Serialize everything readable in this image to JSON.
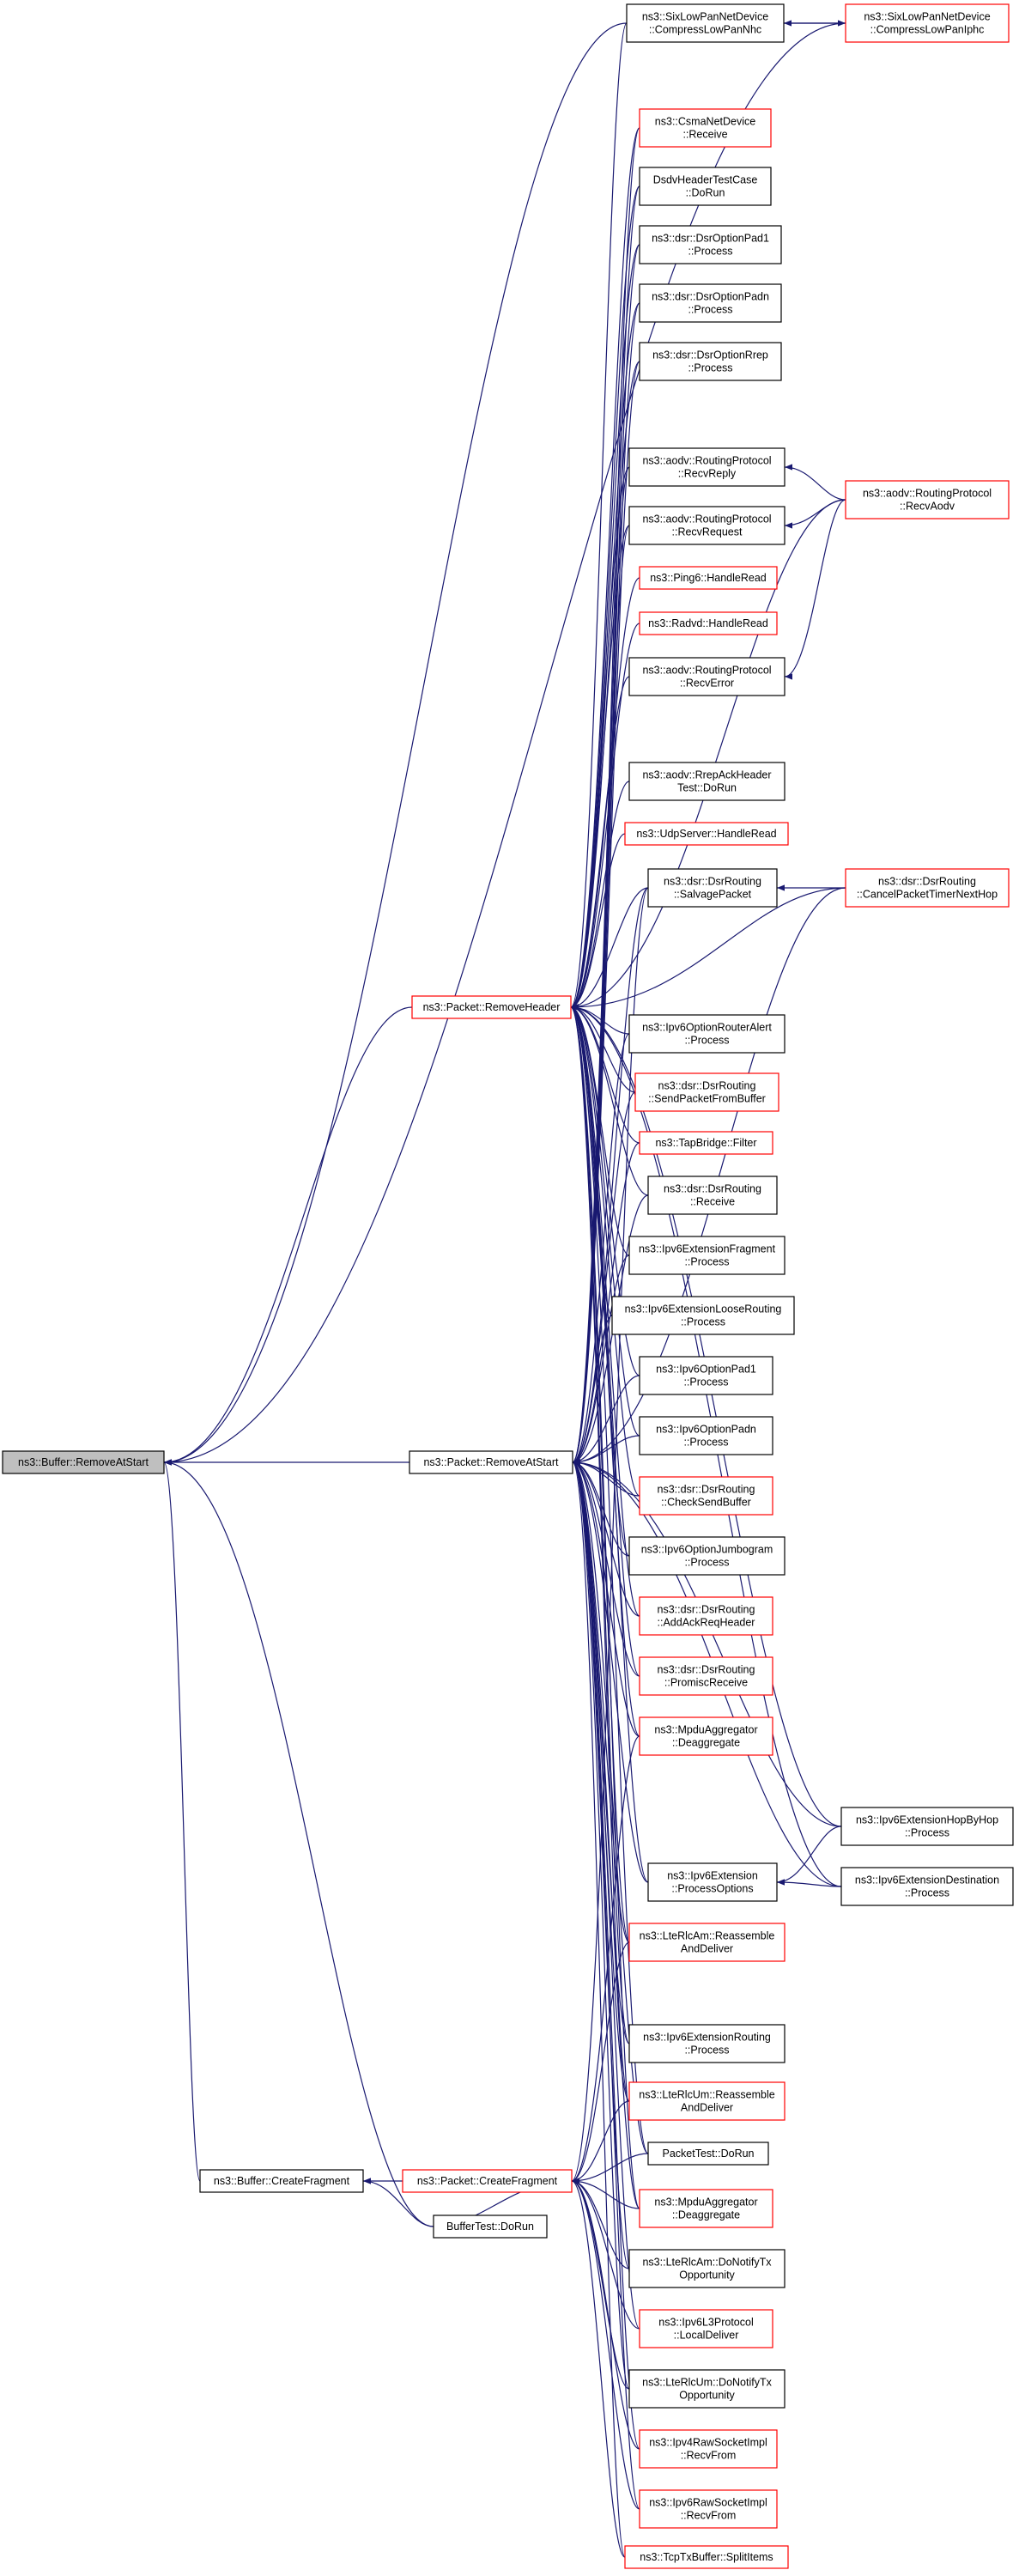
{
  "graph": {
    "colors": {
      "edge": "#191970",
      "normal_border": "#000000",
      "highlight_border": "#ff0000",
      "root_fill": "#bfbfbf"
    },
    "nodes": [
      {
        "id": "root",
        "lines": [
          "ns3::Buffer::RemoveAtStart"
        ],
        "style": "root"
      },
      {
        "id": "removeHeader",
        "lines": [
          "ns3::Packet::RemoveHeader"
        ],
        "style": "red"
      },
      {
        "id": "pktRemoveAtStart",
        "lines": [
          "ns3::Packet::RemoveAtStart"
        ],
        "style": "black"
      },
      {
        "id": "bufCreateFragment",
        "lines": [
          "ns3::Buffer::CreateFragment"
        ],
        "style": "black"
      },
      {
        "id": "pktCreateFragment",
        "lines": [
          "ns3::Packet::CreateFragment"
        ],
        "style": "red"
      },
      {
        "id": "bufferTest",
        "lines": [
          "BufferTest::DoRun"
        ],
        "style": "black"
      },
      {
        "id": "sixNhc",
        "lines": [
          "ns3::SixLowPanNetDevice",
          "::CompressLowPanNhc"
        ],
        "style": "black"
      },
      {
        "id": "sixIphc",
        "lines": [
          "ns3::SixLowPanNetDevice",
          "::CompressLowPanIphc"
        ],
        "style": "red"
      },
      {
        "id": "csma",
        "lines": [
          "ns3::CsmaNetDevice",
          "::Receive"
        ],
        "style": "red"
      },
      {
        "id": "dsdv",
        "lines": [
          "DsdvHeaderTestCase",
          "::DoRun"
        ],
        "style": "black"
      },
      {
        "id": "pad1",
        "lines": [
          "ns3::dsr::DsrOptionPad1",
          "::Process"
        ],
        "style": "black"
      },
      {
        "id": "padn",
        "lines": [
          "ns3::dsr::DsrOptionPadn",
          "::Process"
        ],
        "style": "black"
      },
      {
        "id": "rrep",
        "lines": [
          "ns3::dsr::DsrOptionRrep",
          "::Process"
        ],
        "style": "black"
      },
      {
        "id": "recvReply",
        "lines": [
          "ns3::aodv::RoutingProtocol",
          "::RecvReply"
        ],
        "style": "black"
      },
      {
        "id": "recvRequest",
        "lines": [
          "ns3::aodv::RoutingProtocol",
          "::RecvRequest"
        ],
        "style": "black"
      },
      {
        "id": "ping6",
        "lines": [
          "ns3::Ping6::HandleRead"
        ],
        "style": "red"
      },
      {
        "id": "radvd",
        "lines": [
          "ns3::Radvd::HandleRead"
        ],
        "style": "red"
      },
      {
        "id": "recvError",
        "lines": [
          "ns3::aodv::RoutingProtocol",
          "::RecvError"
        ],
        "style": "black"
      },
      {
        "id": "recvAodv",
        "lines": [
          "ns3::aodv::RoutingProtocol",
          "::RecvAodv"
        ],
        "style": "red"
      },
      {
        "id": "rrepAck",
        "lines": [
          "ns3::aodv::RrepAckHeader",
          "Test::DoRun"
        ],
        "style": "black"
      },
      {
        "id": "udpServer",
        "lines": [
          "ns3::UdpServer::HandleRead"
        ],
        "style": "red"
      },
      {
        "id": "salvage",
        "lines": [
          "ns3::dsr::DsrRouting",
          "::SalvagePacket"
        ],
        "style": "black"
      },
      {
        "id": "cancelTimer",
        "lines": [
          "ns3::dsr::DsrRouting",
          "::CancelPacketTimerNextHop"
        ],
        "style": "red"
      },
      {
        "id": "routerAlert",
        "lines": [
          "ns3::Ipv6OptionRouterAlert",
          "::Process"
        ],
        "style": "black"
      },
      {
        "id": "sendFromBuffer",
        "lines": [
          "ns3::dsr::DsrRouting",
          "::SendPacketFromBuffer"
        ],
        "style": "red"
      },
      {
        "id": "tapFilter",
        "lines": [
          "ns3::TapBridge::Filter"
        ],
        "style": "red"
      },
      {
        "id": "dsrReceive",
        "lines": [
          "ns3::dsr::DsrRouting",
          "::Receive"
        ],
        "style": "black"
      },
      {
        "id": "extFragment",
        "lines": [
          "ns3::Ipv6ExtensionFragment",
          "::Process"
        ],
        "style": "black"
      },
      {
        "id": "extLoose",
        "lines": [
          "ns3::Ipv6ExtensionLooseRouting",
          "::Process"
        ],
        "style": "black"
      },
      {
        "id": "v6pad1",
        "lines": [
          "ns3::Ipv6OptionPad1",
          "::Process"
        ],
        "style": "black"
      },
      {
        "id": "v6padn",
        "lines": [
          "ns3::Ipv6OptionPadn",
          "::Process"
        ],
        "style": "black"
      },
      {
        "id": "checkSend",
        "lines": [
          "ns3::dsr::DsrRouting",
          "::CheckSendBuffer"
        ],
        "style": "red"
      },
      {
        "id": "jumbogram",
        "lines": [
          "ns3::Ipv6OptionJumbogram",
          "::Process"
        ],
        "style": "black"
      },
      {
        "id": "addAck",
        "lines": [
          "ns3::dsr::DsrRouting",
          "::AddAckReqHeader"
        ],
        "style": "red"
      },
      {
        "id": "promisc",
        "lines": [
          "ns3::dsr::DsrRouting",
          "::PromiscReceive"
        ],
        "style": "red"
      },
      {
        "id": "mpdu1",
        "lines": [
          "ns3::MpduAggregator",
          "::Deaggregate"
        ],
        "style": "red"
      },
      {
        "id": "hopByHop",
        "lines": [
          "ns3::Ipv6ExtensionHopByHop",
          "::Process"
        ],
        "style": "black"
      },
      {
        "id": "processOptions",
        "lines": [
          "ns3::Ipv6Extension",
          "::ProcessOptions"
        ],
        "style": "black"
      },
      {
        "id": "extDest",
        "lines": [
          "ns3::Ipv6ExtensionDestination",
          "::Process"
        ],
        "style": "black"
      },
      {
        "id": "rlcAmReassemble",
        "lines": [
          "ns3::LteRlcAm::Reassemble",
          "AndDeliver"
        ],
        "style": "red"
      },
      {
        "id": "extRouting",
        "lines": [
          "ns3::Ipv6ExtensionRouting",
          "::Process"
        ],
        "style": "black"
      },
      {
        "id": "rlcUmReassemble",
        "lines": [
          "ns3::LteRlcUm::Reassemble",
          "AndDeliver"
        ],
        "style": "red"
      },
      {
        "id": "packetTest",
        "lines": [
          "PacketTest::DoRun"
        ],
        "style": "black"
      },
      {
        "id": "mpdu2",
        "lines": [
          "ns3::MpduAggregator",
          "::Deaggregate"
        ],
        "style": "red"
      },
      {
        "id": "rlcAmTx",
        "lines": [
          "ns3::LteRlcAm::DoNotifyTx",
          "Opportunity"
        ],
        "style": "black"
      },
      {
        "id": "l3Local",
        "lines": [
          "ns3::Ipv6L3Protocol",
          "::LocalDeliver"
        ],
        "style": "red"
      },
      {
        "id": "rlcUmTx",
        "lines": [
          "ns3::LteRlcUm::DoNotifyTx",
          "Opportunity"
        ],
        "style": "black"
      },
      {
        "id": "raw4",
        "lines": [
          "ns3::Ipv4RawSocketImpl",
          "::RecvFrom"
        ],
        "style": "red"
      },
      {
        "id": "raw6",
        "lines": [
          "ns3::Ipv6RawSocketImpl",
          "::RecvFrom"
        ],
        "style": "red"
      },
      {
        "id": "tcpSplit",
        "lines": [
          "ns3::TcpTxBuffer::SplitItems"
        ],
        "style": "red"
      }
    ],
    "edges": [
      [
        "removeHeader",
        "root"
      ],
      [
        "pktRemoveAtStart",
        "root"
      ],
      [
        "bufCreateFragment",
        "root"
      ],
      [
        "bufferTest",
        "root"
      ],
      [
        "sixNhc",
        "root"
      ],
      [
        "sixIphc",
        "root"
      ],
      [
        "bufferTest",
        "bufCreateFragment"
      ],
      [
        "pktCreateFragment",
        "bufCreateFragment"
      ],
      [
        "sixIphc",
        "sixNhc"
      ],
      [
        "sixNhc",
        "sixIphc"
      ],
      [
        "recvAodv",
        "recvReply"
      ],
      [
        "recvAodv",
        "recvRequest"
      ],
      [
        "recvAodv",
        "recvError"
      ],
      [
        "cancelTimer",
        "salvage"
      ],
      [
        "hopByHop",
        "processOptions"
      ],
      [
        "extDest",
        "processOptions"
      ],
      [
        "sixNhc",
        "removeHeader"
      ],
      [
        "csma",
        "removeHeader"
      ],
      [
        "dsdv",
        "removeHeader"
      ],
      [
        "pad1",
        "removeHeader"
      ],
      [
        "padn",
        "removeHeader"
      ],
      [
        "rrep",
        "removeHeader"
      ],
      [
        "recvReply",
        "removeHeader"
      ],
      [
        "recvRequest",
        "removeHeader"
      ],
      [
        "ping6",
        "removeHeader"
      ],
      [
        "radvd",
        "removeHeader"
      ],
      [
        "recvError",
        "removeHeader"
      ],
      [
        "recvAodv",
        "removeHeader"
      ],
      [
        "rrepAck",
        "removeHeader"
      ],
      [
        "udpServer",
        "removeHeader"
      ],
      [
        "salvage",
        "removeHeader"
      ],
      [
        "cancelTimer",
        "removeHeader"
      ],
      [
        "routerAlert",
        "removeHeader"
      ],
      [
        "sendFromBuffer",
        "removeHeader"
      ],
      [
        "tapFilter",
        "removeHeader"
      ],
      [
        "dsrReceive",
        "removeHeader"
      ],
      [
        "extFragment",
        "removeHeader"
      ],
      [
        "extLoose",
        "removeHeader"
      ],
      [
        "v6pad1",
        "removeHeader"
      ],
      [
        "v6padn",
        "removeHeader"
      ],
      [
        "checkSend",
        "removeHeader"
      ],
      [
        "jumbogram",
        "removeHeader"
      ],
      [
        "addAck",
        "removeHeader"
      ],
      [
        "promisc",
        "removeHeader"
      ],
      [
        "mpdu1",
        "removeHeader"
      ],
      [
        "hopByHop",
        "removeHeader"
      ],
      [
        "processOptions",
        "removeHeader"
      ],
      [
        "extDest",
        "removeHeader"
      ],
      [
        "rlcAmReassemble",
        "removeHeader"
      ],
      [
        "extRouting",
        "removeHeader"
      ],
      [
        "rlcUmReassemble",
        "removeHeader"
      ],
      [
        "packetTest",
        "removeHeader"
      ],
      [
        "mpdu2",
        "removeHeader"
      ],
      [
        "csma",
        "pktRemoveAtStart"
      ],
      [
        "dsdv",
        "pktRemoveAtStart"
      ],
      [
        "pad1",
        "pktRemoveAtStart"
      ],
      [
        "padn",
        "pktRemoveAtStart"
      ],
      [
        "rrep",
        "pktRemoveAtStart"
      ],
      [
        "recvReply",
        "pktRemoveAtStart"
      ],
      [
        "recvRequest",
        "pktRemoveAtStart"
      ],
      [
        "salvage",
        "pktRemoveAtStart"
      ],
      [
        "routerAlert",
        "pktRemoveAtStart"
      ],
      [
        "sendFromBuffer",
        "pktRemoveAtStart"
      ],
      [
        "tapFilter",
        "pktRemoveAtStart"
      ],
      [
        "dsrReceive",
        "pktRemoveAtStart"
      ],
      [
        "extFragment",
        "pktRemoveAtStart"
      ],
      [
        "extLoose",
        "pktRemoveAtStart"
      ],
      [
        "v6pad1",
        "pktRemoveAtStart"
      ],
      [
        "v6padn",
        "pktRemoveAtStart"
      ],
      [
        "checkSend",
        "pktRemoveAtStart"
      ],
      [
        "jumbogram",
        "pktRemoveAtStart"
      ],
      [
        "addAck",
        "pktRemoveAtStart"
      ],
      [
        "promisc",
        "pktRemoveAtStart"
      ],
      [
        "mpdu1",
        "pktRemoveAtStart"
      ],
      [
        "hopByHop",
        "pktRemoveAtStart"
      ],
      [
        "processOptions",
        "pktRemoveAtStart"
      ],
      [
        "extDest",
        "pktRemoveAtStart"
      ],
      [
        "rlcAmReassemble",
        "pktRemoveAtStart"
      ],
      [
        "extRouting",
        "pktRemoveAtStart"
      ],
      [
        "rlcUmReassemble",
        "pktRemoveAtStart"
      ],
      [
        "packetTest",
        "pktRemoveAtStart"
      ],
      [
        "mpdu2",
        "pktRemoveAtStart"
      ],
      [
        "rlcAmTx",
        "pktRemoveAtStart"
      ],
      [
        "l3Local",
        "pktRemoveAtStart"
      ],
      [
        "rlcUmTx",
        "pktRemoveAtStart"
      ],
      [
        "raw4",
        "pktRemoveAtStart"
      ],
      [
        "raw6",
        "pktRemoveAtStart"
      ],
      [
        "tcpSplit",
        "pktRemoveAtStart"
      ],
      [
        "cancelTimer",
        "pktRemoveAtStart"
      ],
      [
        "salvage",
        "pktCreateFragment"
      ],
      [
        "mpdu1",
        "pktCreateFragment"
      ],
      [
        "rlcAmReassemble",
        "pktCreateFragment"
      ],
      [
        "rlcUmReassemble",
        "pktCreateFragment"
      ],
      [
        "packetTest",
        "pktCreateFragment"
      ],
      [
        "mpdu2",
        "pktCreateFragment"
      ],
      [
        "rlcAmTx",
        "pktCreateFragment"
      ],
      [
        "l3Local",
        "pktCreateFragment"
      ],
      [
        "rlcUmTx",
        "pktCreateFragment"
      ],
      [
        "raw4",
        "pktCreateFragment"
      ],
      [
        "raw6",
        "pktCreateFragment"
      ],
      [
        "tcpSplit",
        "pktCreateFragment"
      ],
      [
        "bufferTest",
        "pktCreateFragment"
      ]
    ]
  }
}
